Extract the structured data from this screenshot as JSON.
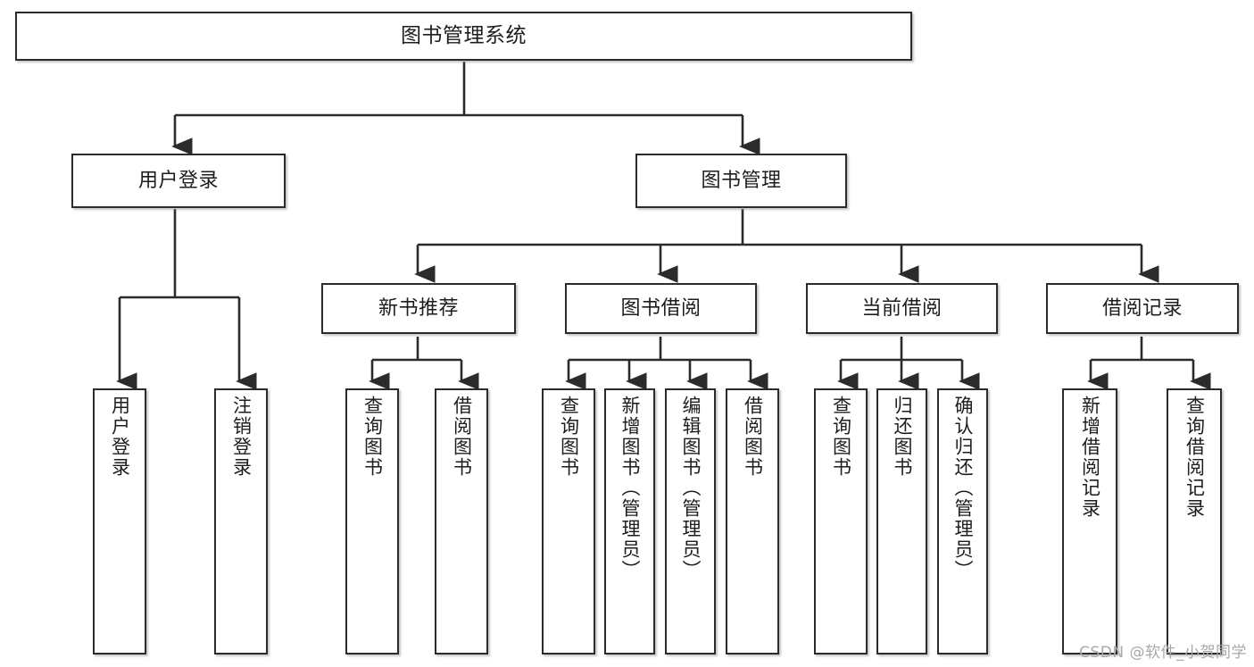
{
  "diagram": {
    "title": "图书管理系统",
    "type": "tree",
    "nodes": {
      "root": {
        "label": "图书管理系统"
      },
      "level1": [
        {
          "id": "user-login",
          "label": "用户登录"
        },
        {
          "id": "book-manage",
          "label": "图书管理"
        }
      ],
      "level2": [
        {
          "id": "new-book-recommend",
          "label": "新书推荐"
        },
        {
          "id": "book-borrow",
          "label": "图书借阅"
        },
        {
          "id": "current-borrow",
          "label": "当前借阅"
        },
        {
          "id": "borrow-record",
          "label": "借阅记录"
        }
      ],
      "leaves": {
        "user_login": [
          {
            "id": "leaf-user-login",
            "label": "用户登录"
          },
          {
            "id": "leaf-logout-login",
            "label": "注销登录"
          }
        ],
        "new_book_recommend": [
          {
            "id": "leaf-query-book-1",
            "label": "查询图书"
          },
          {
            "id": "leaf-borrow-book-1",
            "label": "借阅图书"
          }
        ],
        "book_borrow": [
          {
            "id": "leaf-query-book-2",
            "label": "查询图书"
          },
          {
            "id": "leaf-add-book-admin",
            "label": "新增图书（管理员）"
          },
          {
            "id": "leaf-edit-book-admin",
            "label": "编辑图书（管理员）"
          },
          {
            "id": "leaf-borrow-book-2",
            "label": "借阅图书"
          }
        ],
        "current_borrow": [
          {
            "id": "leaf-query-book-3",
            "label": "查询图书"
          },
          {
            "id": "leaf-return-book",
            "label": "归还图书"
          },
          {
            "id": "leaf-confirm-return-admin",
            "label": "确认归还（管理员）"
          }
        ],
        "borrow_record": [
          {
            "id": "leaf-add-borrow-record",
            "label": "新增借阅记录"
          },
          {
            "id": "leaf-query-borrow-record",
            "label": "查询借阅记录"
          }
        ]
      }
    },
    "colors": {
      "box_border": "#2b2b2b",
      "box_fill": "#ffffff",
      "connector": "#2b2b2b",
      "text": "#1d1d1d",
      "background": "#ffffff",
      "watermark": "#a8a8a8"
    }
  },
  "watermark": {
    "text": "CSDN @软件_小贺同学"
  }
}
